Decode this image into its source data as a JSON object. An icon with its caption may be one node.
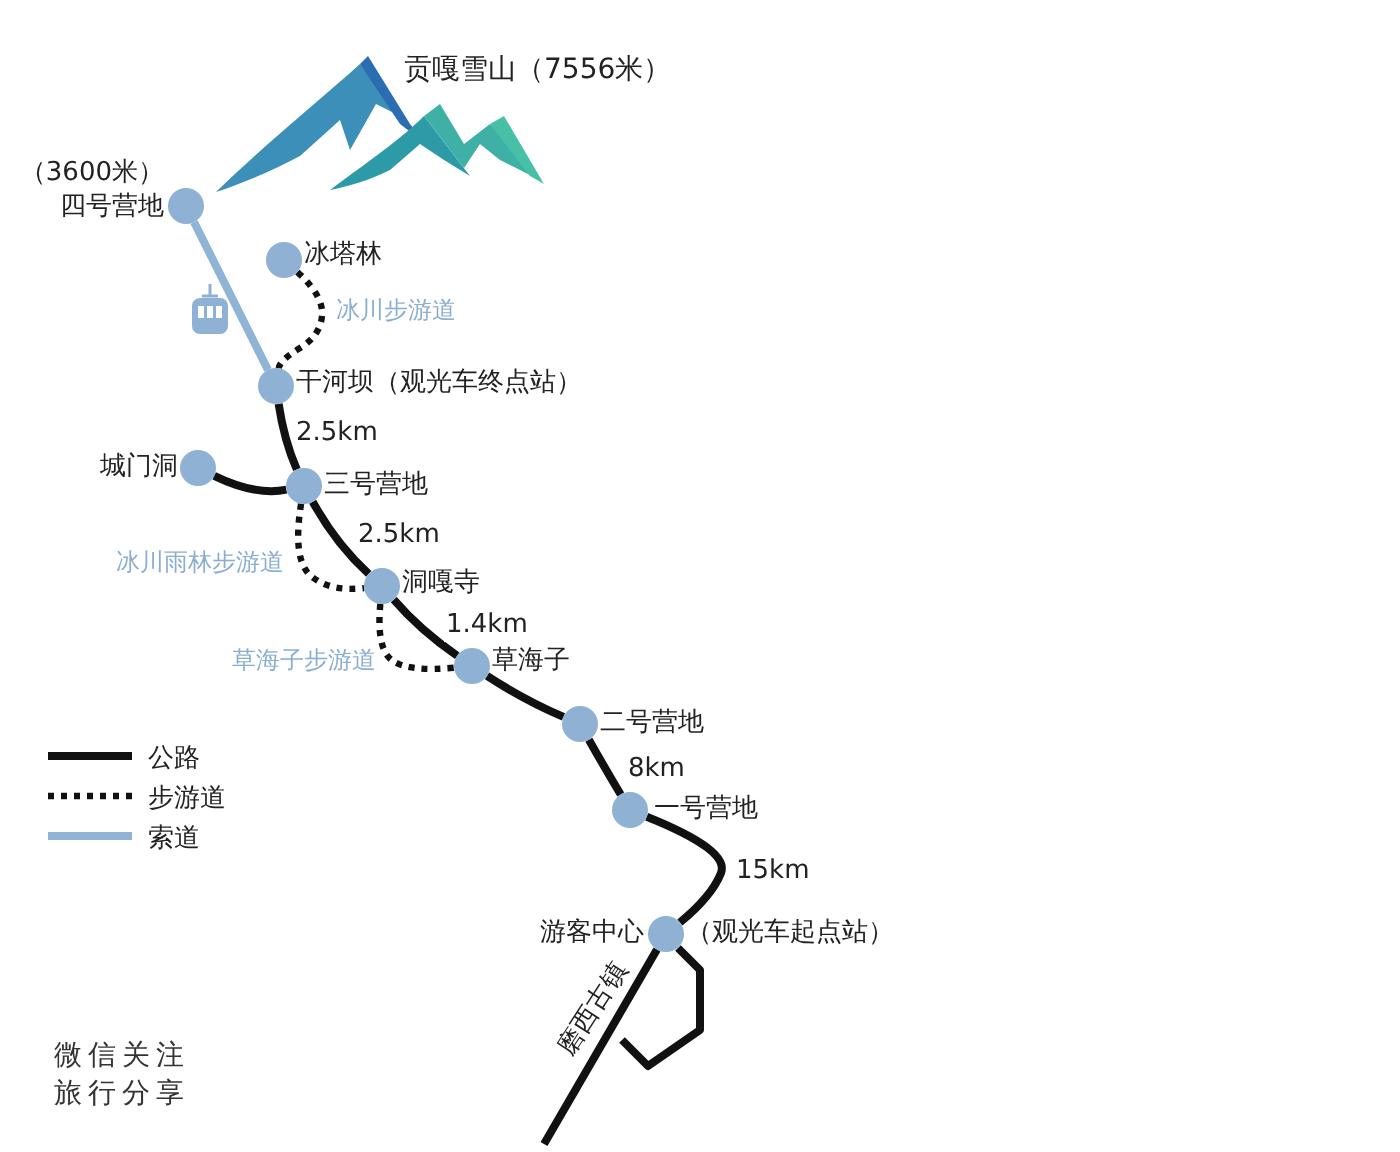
{
  "diagram": {
    "title": "贡嘎雪山（7556米）",
    "nodes": [
      {
        "text": [],
        "shape": "circle",
        "beside": [
          "（3600米）",
          "四号营地"
        ]
      },
      {
        "text": [],
        "shape": "circle",
        "beside": [
          "冰塔林"
        ]
      },
      {
        "text": [],
        "shape": "circle",
        "beside": [
          "干河坝（观光车终点站）"
        ]
      },
      {
        "text": [],
        "shape": "circle",
        "beside": [
          "城门洞"
        ]
      },
      {
        "text": [],
        "shape": "circle",
        "beside": [
          "三号营地"
        ]
      },
      {
        "text": [],
        "shape": "circle",
        "beside": [
          "洞嘎寺"
        ]
      },
      {
        "text": [],
        "shape": "circle",
        "beside": [
          "草海子"
        ]
      },
      {
        "text": [],
        "shape": "circle",
        "beside": [
          "二号营地"
        ]
      },
      {
        "text": [],
        "shape": "circle",
        "beside": [
          "一号营地"
        ]
      },
      {
        "text": [],
        "shape": "circle",
        "beside": [
          "游客中心",
          "（观光车起点站）"
        ]
      }
    ],
    "edges": [
      {
        "from": 0,
        "to": 2,
        "arrow": "none",
        "color": "#8fb4d6"
      },
      {
        "from": 1,
        "to": 2,
        "arrow": "none",
        "style": "dashed",
        "label": "冰川步游道"
      },
      {
        "from": 2,
        "to": 4,
        "arrow": "none",
        "label": "2.5km"
      },
      {
        "from": 3,
        "to": 4,
        "arrow": "none"
      },
      {
        "from": 4,
        "to": 5,
        "arrow": "none",
        "label": "2.5km"
      },
      {
        "from": 4,
        "to": 5,
        "arrow": "none",
        "style": "dashed",
        "label": "冰川雨林步游道"
      },
      {
        "from": 5,
        "to": 6,
        "arrow": "none",
        "label": "1.4km"
      },
      {
        "from": 5,
        "to": 6,
        "arrow": "none",
        "style": "dashed",
        "label": "草海子步游道"
      },
      {
        "from": 6,
        "to": 7,
        "arrow": "none"
      },
      {
        "from": 7,
        "to": 8,
        "arrow": "none",
        "label": "8km"
      },
      {
        "from": 8,
        "to": 9,
        "arrow": "none",
        "label": "15km"
      },
      {
        "from": 9,
        "to": null,
        "arrow": "none",
        "label": "磨西古镇"
      }
    ],
    "labels": [
      "微信关注旅行分享"
    ],
    "legend": [
      {
        "text": "公路"
      },
      {
        "text": "步游道"
      },
      {
        "text": "索道"
      }
    ]
  }
}
